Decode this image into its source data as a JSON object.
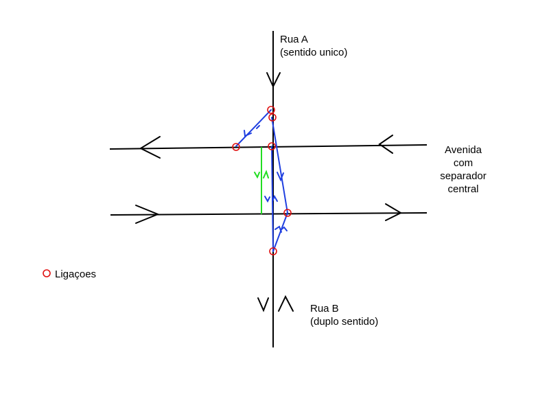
{
  "labels": {
    "rua_a_title": "Rua A",
    "rua_a_sub": "(sentido unico)",
    "rua_b_title": "Rua B",
    "rua_b_sub": "(duplo sentido)",
    "avenida_1": "Avenida",
    "avenida_2": "com",
    "avenida_3": "separador",
    "avenida_4": "central"
  },
  "legend": {
    "label": "Ligaçoes",
    "icon": "red-circle-icon"
  },
  "colors": {
    "road": "#000000",
    "route": "#1f3fe0",
    "median_crossing": "#22dd22",
    "connection": "#e01010"
  }
}
